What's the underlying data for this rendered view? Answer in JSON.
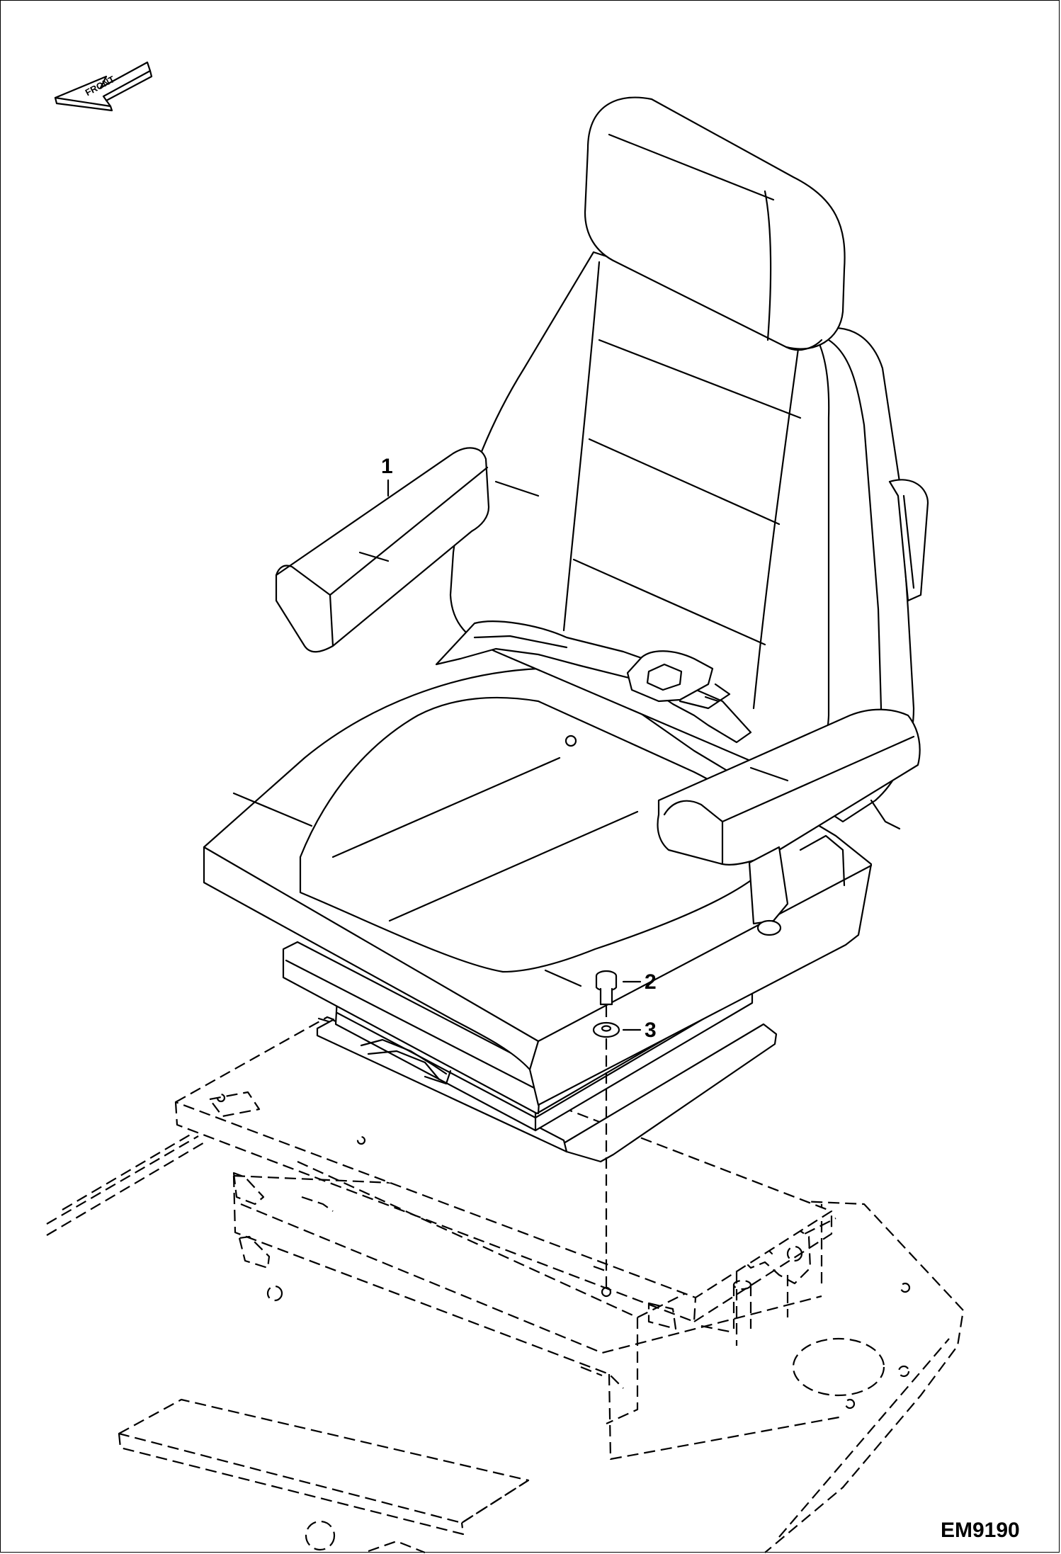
{
  "diagram": {
    "front_label": "FRONT",
    "drawing_code": "EM9190",
    "callouts": [
      {
        "id": "1",
        "label": "1"
      },
      {
        "id": "2",
        "label": "2"
      },
      {
        "id": "3",
        "label": "3"
      }
    ]
  }
}
